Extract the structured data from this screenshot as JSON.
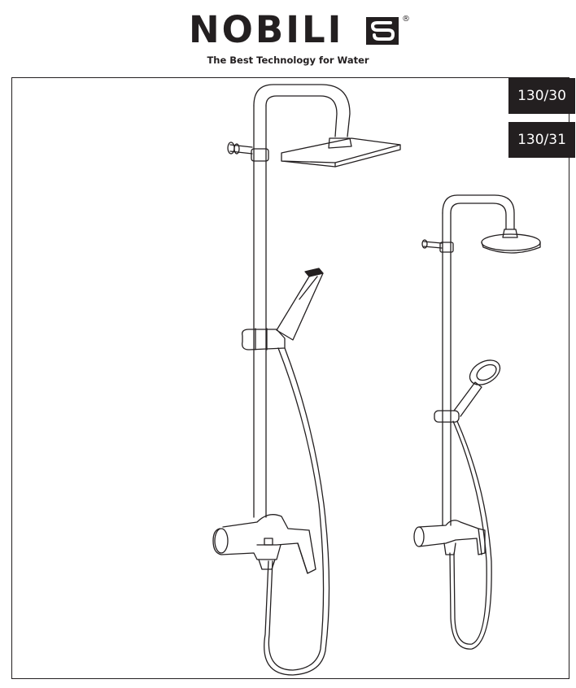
{
  "brand": {
    "name": "NOBILI",
    "registered_mark": "®",
    "logo_mark_icon": "nobili-s-mark-icon",
    "tagline": "The Best Technology for Water"
  },
  "product_codes": [
    "130/30",
    "130/31"
  ],
  "illustrations": [
    {
      "name": "square-head-shower-column-icon"
    },
    {
      "name": "round-head-shower-column-icon"
    }
  ],
  "colors": {
    "ink": "#231f20",
    "paper": "#ffffff"
  }
}
